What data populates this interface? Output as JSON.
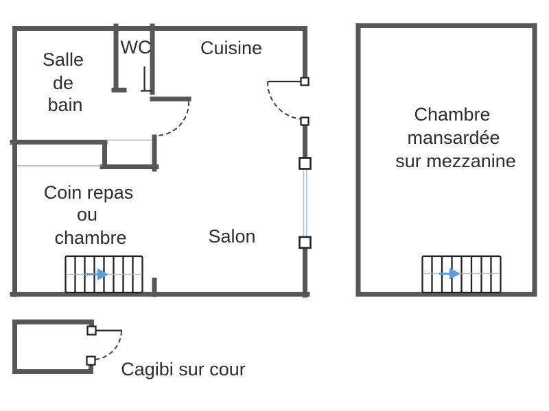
{
  "figure": {
    "kind": "apartment floor plan",
    "language": "fr"
  },
  "rooms": {
    "bathroom": {
      "lines": [
        "Salle",
        "de",
        "bain"
      ]
    },
    "wc": {
      "label": "WC"
    },
    "kitchen": {
      "label": "Cuisine"
    },
    "dining_or_bedroom": {
      "lines": [
        "Coin repas",
        "ou",
        "chambre"
      ]
    },
    "living": {
      "label": "Salon"
    },
    "mezzanine_bedroom": {
      "lines": [
        "Chambre",
        "mansardée",
        "sur mezzanine"
      ]
    },
    "storage": {
      "label": "Cagibi sur cour"
    }
  },
  "symbols": {
    "stairs_left": "staircase with up-direction arrow",
    "stairs_right": "staircase with up-direction arrow",
    "window": "french-window on right wall of living room",
    "doors": "dashed quarter-circle swing arcs"
  },
  "colors": {
    "wall": "#56575b",
    "outline": "#2a2a2a",
    "window_blue": "#a9c7e6",
    "arrow_blue": "#5f9bd4",
    "stair_axis": "#b3b3b3",
    "text": "#2d2d2d",
    "background": "#ffffff"
  }
}
